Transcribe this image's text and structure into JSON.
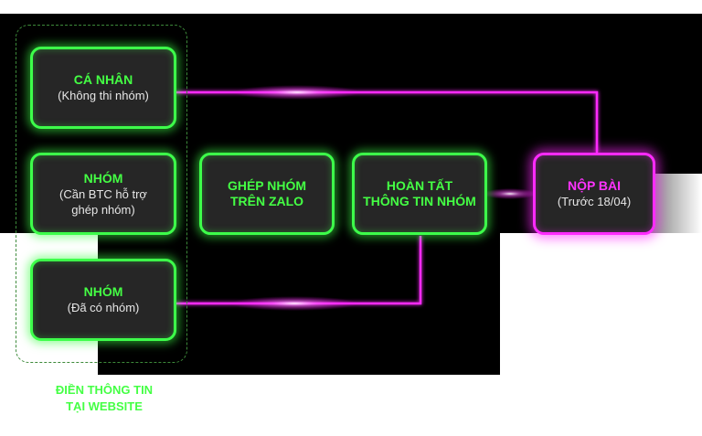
{
  "colors": {
    "green": "#3dff4a",
    "pink": "#ff2bff",
    "background": "#000000"
  },
  "nodes": {
    "ca_nhan": {
      "title": "CÁ NHÂN",
      "sub": "(Không thi nhóm)"
    },
    "nhom_can_btc": {
      "title": "NHÓM",
      "sub_line1": "(Cần BTC hỗ trợ",
      "sub_line2": "ghép nhóm)"
    },
    "nhom_da_co": {
      "title": "NHÓM",
      "sub": "(Đã có nhóm)"
    },
    "ghep_nhom": {
      "title_line1": "GHÉP NHÓM",
      "title_line2": "TRÊN ZALO"
    },
    "hoan_tat": {
      "title_line1": "HOÀN TẤT",
      "title_line2": "THÔNG TIN NHÓM"
    },
    "nop_bai": {
      "title": "NỘP BÀI",
      "sub": "(Trước 18/04)"
    }
  },
  "caption": {
    "line1": "ĐIỀN THÔNG TIN",
    "line2": "TẠI WEBSITE"
  }
}
